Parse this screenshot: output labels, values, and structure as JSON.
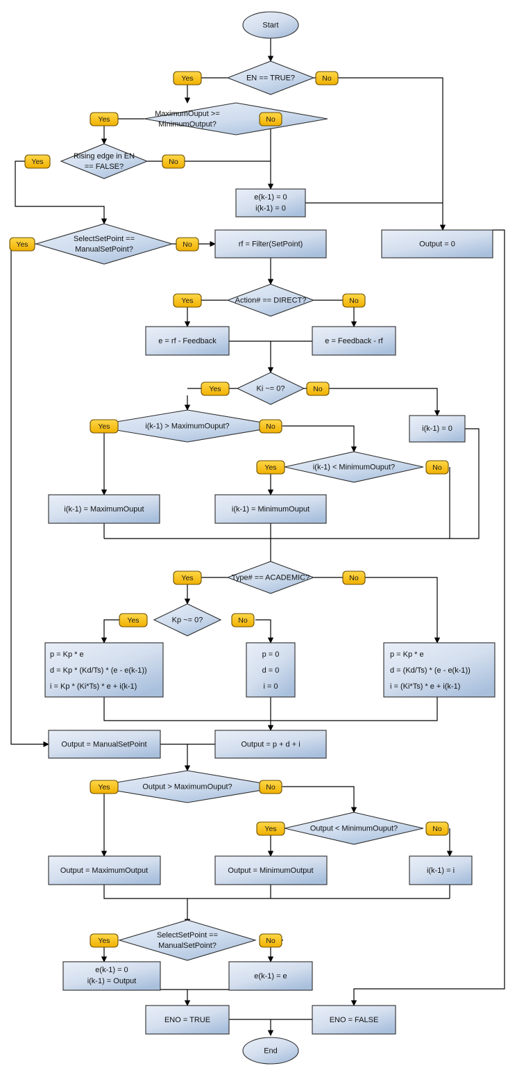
{
  "diagram": {
    "title": "PID controller flowchart",
    "colors": {
      "box_fill_light": "#e3eaf6",
      "box_fill_dark": "#a8bfdd",
      "shape_stroke": "#2b2b2b",
      "badge_fill_light": "#ffd84a",
      "badge_fill_dark": "#f0b000",
      "badge_stroke": "#6b4e00",
      "edge": "#000000",
      "text": "#111111",
      "background": "#ffffff"
    },
    "labels": {
      "yes": "Yes",
      "no": "No"
    },
    "nodes": {
      "start": {
        "id": "start",
        "type": "terminator",
        "text": "Start"
      },
      "en_true": {
        "id": "en_true",
        "type": "decision",
        "text": "EN == TRUE?"
      },
      "max_ge_min": {
        "id": "max_ge_min",
        "type": "decision",
        "line1": "MaximumOuput >=",
        "line2": "MinimumOutput?"
      },
      "rising_edge": {
        "id": "rising_edge",
        "type": "decision",
        "line1": "Rising edge in EN",
        "line2": "== FALSE?"
      },
      "reset_ek_ik": {
        "id": "reset_ek_ik",
        "type": "process",
        "line1": "e(k-1) = 0",
        "line2": "i(k-1) = 0"
      },
      "output_zero": {
        "id": "output_zero",
        "type": "process",
        "text": "Output = 0"
      },
      "select_sp_1": {
        "id": "select_sp_1",
        "type": "decision",
        "line1": "SelectSetPoint ==",
        "line2": "ManualSetPoint?"
      },
      "rf_filter": {
        "id": "rf_filter",
        "type": "process",
        "text": "rf = Filter(SetPoint)"
      },
      "action_direct": {
        "id": "action_direct",
        "type": "decision",
        "text": "Action# == DIRECT?"
      },
      "e_rf_feedback": {
        "id": "e_rf_feedback",
        "type": "process",
        "text": "e = rf - Feedback"
      },
      "e_feedback_rf": {
        "id": "e_feedback_rf",
        "type": "process",
        "text": "e = Feedback - rf"
      },
      "ki_nonzero": {
        "id": "ki_nonzero",
        "type": "decision",
        "text": "Ki ~= 0?"
      },
      "ik_gt_max": {
        "id": "ik_gt_max",
        "type": "decision",
        "text": "i(k-1) > MaximumOuput?"
      },
      "ik_zero": {
        "id": "ik_zero",
        "type": "process",
        "text": "i(k-1) = 0"
      },
      "ik_lt_min": {
        "id": "ik_lt_min",
        "type": "decision",
        "text": "i(k-1) < MinimumOuput?"
      },
      "ik_eq_max": {
        "id": "ik_eq_max",
        "type": "process",
        "text": "i(k-1) = MaximumOuput"
      },
      "ik_eq_min": {
        "id": "ik_eq_min",
        "type": "process",
        "text": "i(k-1) = MinimumOuput"
      },
      "type_academic": {
        "id": "type_academic",
        "type": "decision",
        "text": "Type# == ACADEMIC?"
      },
      "kp_nonzero": {
        "id": "kp_nonzero",
        "type": "decision",
        "text": "Kp ~= 0?"
      },
      "pid_academic": {
        "id": "pid_academic",
        "type": "process",
        "lines": [
          "p = Kp * e",
          "d = Kp * (Kd/Ts) * (e - e(k-1))",
          "i = Kp * (Ki*Ts) * e + i(k-1)"
        ]
      },
      "pid_zero": {
        "id": "pid_zero",
        "type": "process",
        "lines": [
          "p = 0",
          "d = 0",
          "i = 0"
        ]
      },
      "pid_parallel": {
        "id": "pid_parallel",
        "type": "process",
        "lines": [
          "p = Kp * e",
          "d = (Kd/Ts) * (e - e(k-1))",
          "i = (Ki*Ts) * e + i(k-1)"
        ]
      },
      "out_manual": {
        "id": "out_manual",
        "type": "process",
        "text": "Output = ManualSetPoint"
      },
      "out_pdi": {
        "id": "out_pdi",
        "type": "process",
        "text": "Output = p + d + i"
      },
      "out_gt_max": {
        "id": "out_gt_max",
        "type": "decision",
        "text": "Output > MaximumOuput?"
      },
      "out_lt_min": {
        "id": "out_lt_min",
        "type": "decision",
        "text": "Output < MinimumOuput?"
      },
      "out_eq_max": {
        "id": "out_eq_max",
        "type": "process",
        "text": "Output = MaximumOutput"
      },
      "out_eq_min": {
        "id": "out_eq_min",
        "type": "process",
        "text": "Output = MinimumOutput"
      },
      "ik_eq_i": {
        "id": "ik_eq_i",
        "type": "process",
        "text": "i(k-1) = i"
      },
      "select_sp_2": {
        "id": "select_sp_2",
        "type": "decision",
        "line1": "SelectSetPoint ==",
        "line2": "ManualSetPoint?"
      },
      "ek_zero_ik_out": {
        "id": "ek_zero_ik_out",
        "type": "process",
        "line1": "e(k-1) = 0",
        "line2": "i(k-1) = Output"
      },
      "ek_eq_e": {
        "id": "ek_eq_e",
        "type": "process",
        "text": "e(k-1) = e"
      },
      "eno_true": {
        "id": "eno_true",
        "type": "process",
        "text": "ENO = TRUE"
      },
      "eno_false": {
        "id": "eno_false",
        "type": "process",
        "text": "ENO = FALSE"
      },
      "end": {
        "id": "end",
        "type": "terminator",
        "text": "End"
      }
    }
  }
}
